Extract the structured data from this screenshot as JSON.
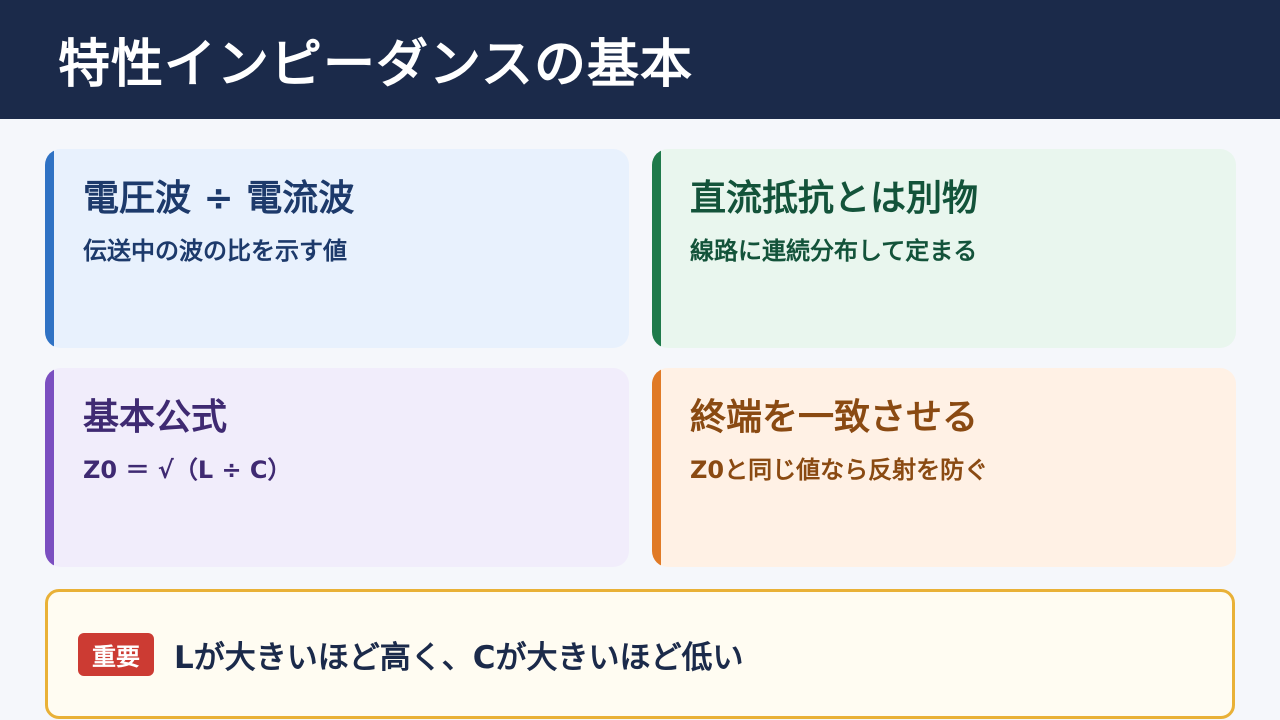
{
  "header": {
    "title": "特性インピーダンスの基本"
  },
  "cards": [
    {
      "title": "電圧波 ÷ 電流波",
      "subtitle": "伝送中の波の比を示す値",
      "accent": "#2f72c4"
    },
    {
      "title": "直流抵抗とは別物",
      "subtitle": "線路に連続分布して定まる",
      "accent": "#1e7a4a"
    },
    {
      "title": "基本公式",
      "subtitle": "Z0 ＝ √（L ÷ C）",
      "accent": "#7b4fc0"
    },
    {
      "title": "終端を一致させる",
      "subtitle": "Z0と同じ値なら反射を防ぐ",
      "accent": "#e07a26"
    }
  ],
  "note": {
    "badge": "重要",
    "text": "Lが大きいほど高く、Cが大きいほど低い",
    "border_color": "#e9b137",
    "badge_color": "#cc3b33"
  }
}
